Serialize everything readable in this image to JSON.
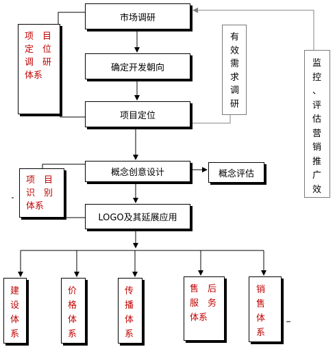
{
  "main_flow": {
    "market_research": "市场调研",
    "direction": "确定开发朝向",
    "positioning": "项目定位",
    "concept_design": "概念创意设计",
    "logo": "LOGO及其延展应用"
  },
  "side": {
    "concept_eval": "概念评估",
    "positioning_system": [
      "项　目",
      "定　位",
      "调　研",
      "体系"
    ],
    "identity_system": [
      "项　目",
      "识　别",
      "体系"
    ],
    "demand_research": [
      "有",
      "效",
      "需",
      "求",
      "调",
      "研"
    ],
    "monitor": [
      "监",
      "控",
      "、",
      "评",
      "估",
      "营",
      "销",
      "推",
      "广",
      "效"
    ]
  },
  "bottom": {
    "construction": [
      "建",
      "设",
      "体",
      "系"
    ],
    "price": [
      "价",
      "格",
      "体",
      "系"
    ],
    "communication": [
      "传",
      "播",
      "体",
      "系"
    ],
    "after_sales": [
      "售　后",
      "服　务",
      "体系"
    ],
    "sales": [
      "销",
      "售",
      "体",
      "系"
    ]
  },
  "colors": {
    "accent": "#c00000",
    "line": "#000000",
    "gray": "#808080"
  }
}
